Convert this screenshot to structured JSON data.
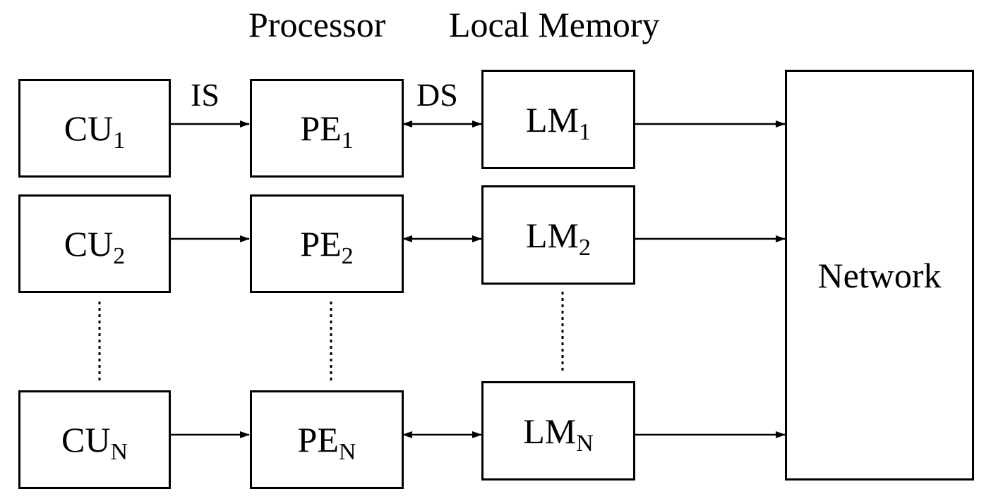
{
  "headers": {
    "processor": "Processor",
    "local_memory": "Local Memory"
  },
  "edge_labels": {
    "is": "IS",
    "ds": "DS"
  },
  "rows": [
    {
      "cu": {
        "base": "CU",
        "sub": "1"
      },
      "pe": {
        "base": "PE",
        "sub": "1"
      },
      "lm": {
        "base": "LM",
        "sub": "1"
      }
    },
    {
      "cu": {
        "base": "CU",
        "sub": "2"
      },
      "pe": {
        "base": "PE",
        "sub": "2"
      },
      "lm": {
        "base": "LM",
        "sub": "2"
      }
    },
    {
      "cu": {
        "base": "CU",
        "sub": "N"
      },
      "pe": {
        "base": "PE",
        "sub": "N"
      },
      "lm": {
        "base": "LM",
        "sub": "N"
      }
    }
  ],
  "network": {
    "label": "Network"
  }
}
